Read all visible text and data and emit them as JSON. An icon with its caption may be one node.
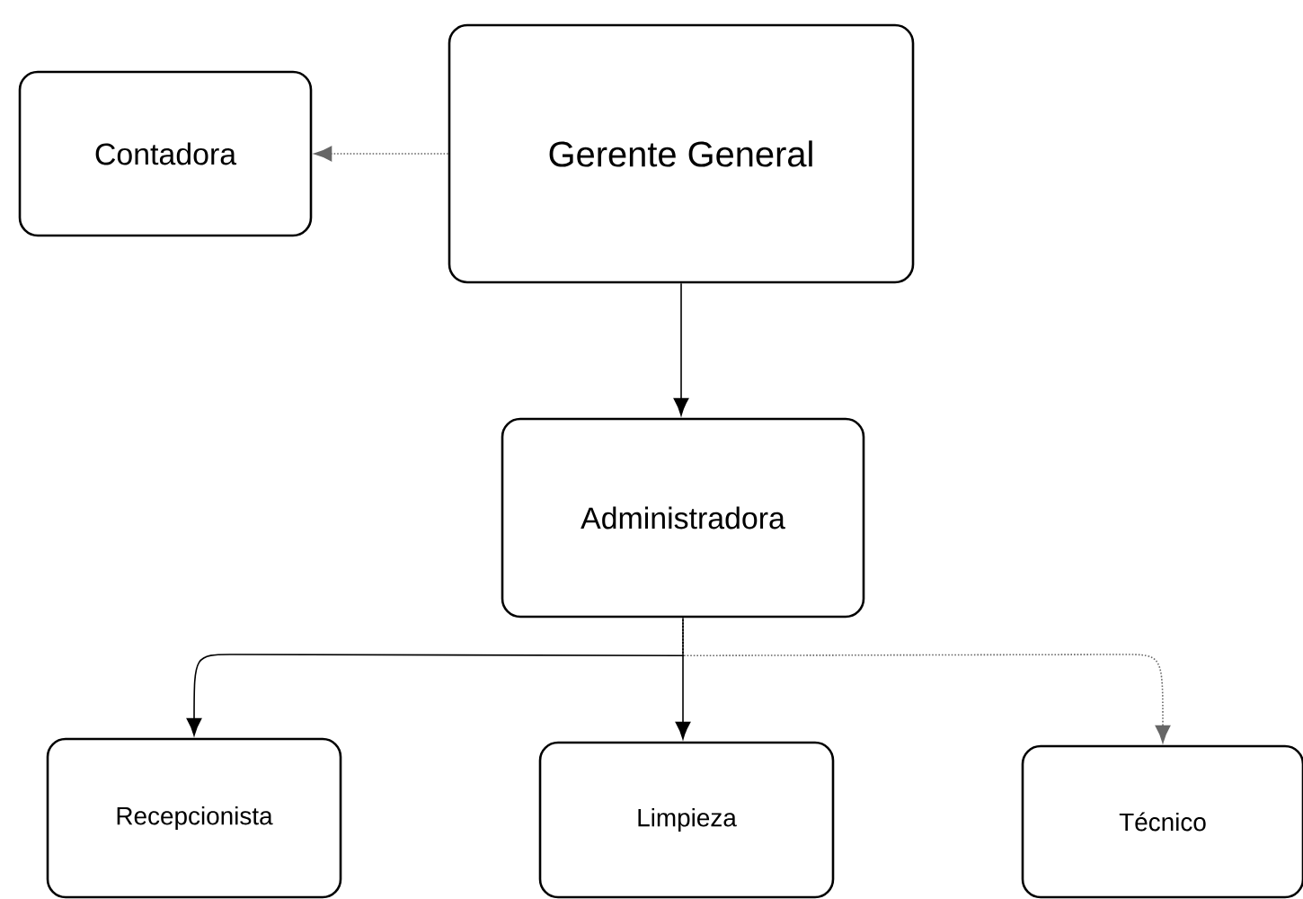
{
  "diagram": {
    "nodes": [
      {
        "text": [
          "Contadora"
        ]
      },
      {
        "text": [
          "Gerente General"
        ]
      },
      {
        "text": [
          "Administradora"
        ]
      },
      {
        "text": [
          "Recepcionista"
        ]
      },
      {
        "text": [
          "Limpieza"
        ]
      },
      {
        "text": [
          "Técnico"
        ]
      }
    ],
    "edges": [
      {
        "from": 1,
        "to": 0,
        "arrow": "to",
        "style": "dashed",
        "color": "#666666"
      },
      {
        "from": 1,
        "to": 2,
        "arrow": "to"
      },
      {
        "from": 2,
        "to": 3,
        "arrow": "to"
      },
      {
        "from": 2,
        "to": 4,
        "arrow": "to"
      },
      {
        "from": 2,
        "to": 5,
        "arrow": "to",
        "style": "dashed",
        "color": "#666666"
      }
    ]
  }
}
